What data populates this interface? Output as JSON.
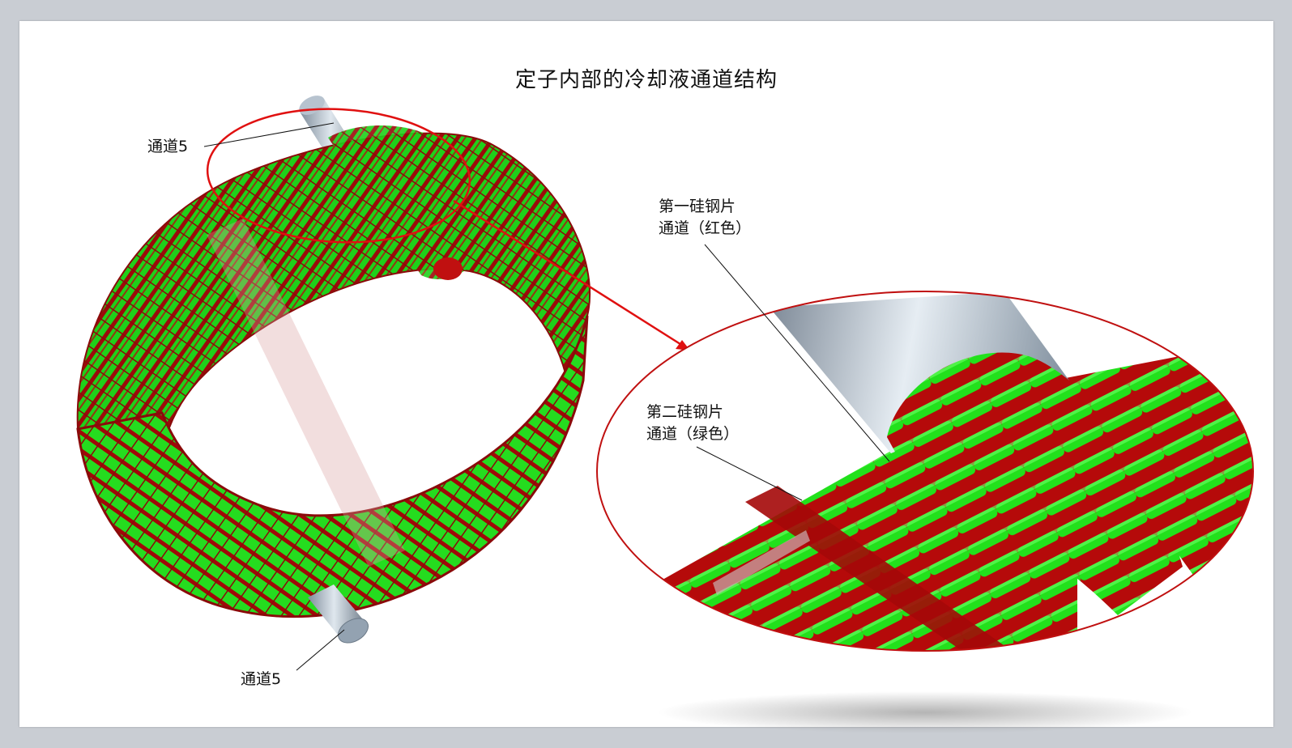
{
  "slide": {
    "title": "定子内部的冷却液通道结构"
  },
  "labels": {
    "channel5_top": "通道5",
    "channel5_bottom": "通道5",
    "first_channel_line1": "第一硅钢片",
    "first_channel_line2": "通道（红色）",
    "second_channel_line1": "第二硅钢片",
    "second_channel_line2": "通道（绿色）"
  },
  "colors": {
    "green_channel": "#21e41c",
    "red_channel": "#b00808",
    "pipe": "#9aa9b8",
    "callout": "#e01010",
    "background": "#ffffff",
    "frame": "#c9cdd3"
  }
}
